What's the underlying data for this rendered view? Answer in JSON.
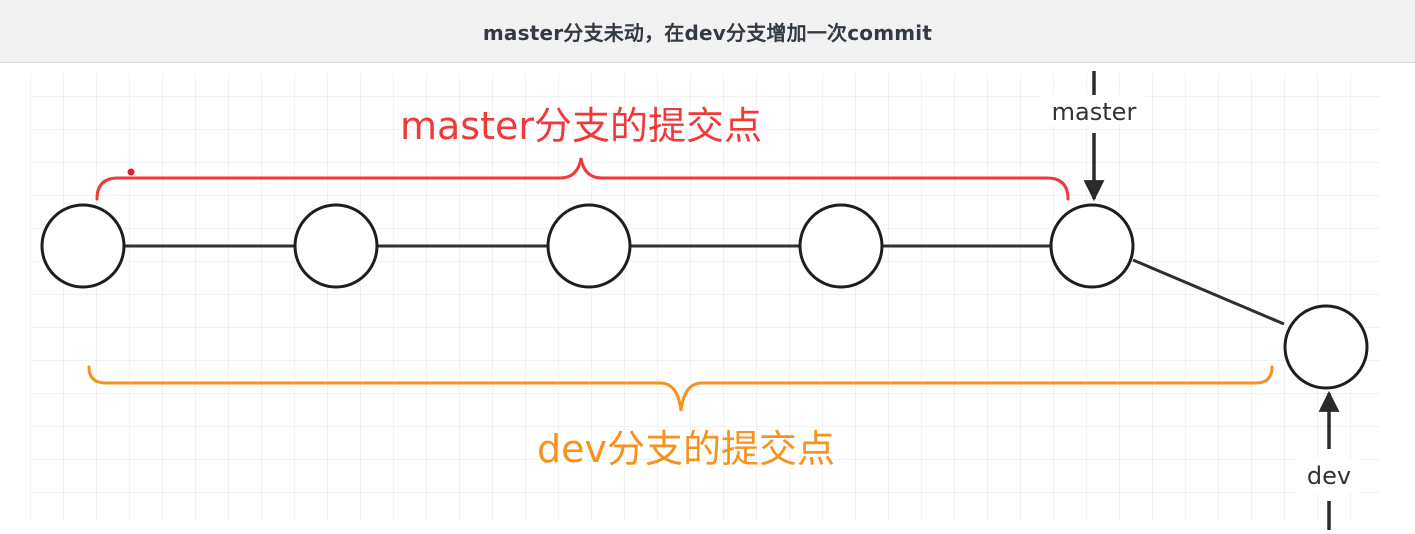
{
  "header": {
    "title": "master分支未动，在dev分支增加一次commit"
  },
  "diagram": {
    "master_group_label": "master分支的提交点",
    "dev_group_label": "dev分支的提交点",
    "master_pointer_label": "master",
    "dev_pointer_label": "dev",
    "colors": {
      "master_brace": "#f03a3a",
      "dev_brace": "#f5931e",
      "node_stroke": "#1e1e1e",
      "line": "#2f2f2f",
      "grid": "#e4e4e4",
      "label_text": "#333333"
    }
  }
}
